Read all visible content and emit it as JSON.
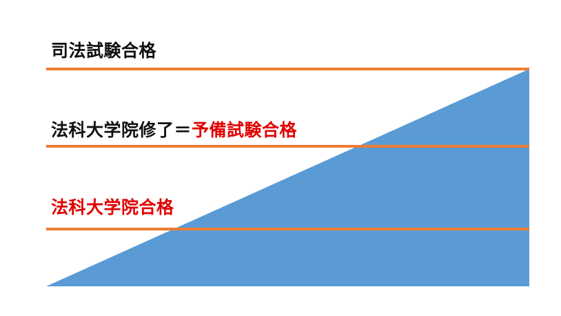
{
  "colors": {
    "triangle": "#5b9bd5",
    "level_line": "#ed7d31",
    "text_dark": "#111111",
    "text_accent": "#e00000"
  },
  "levels": [
    {
      "parts": [
        {
          "text": "司法試験合格",
          "tone": "dark"
        }
      ]
    },
    {
      "parts": [
        {
          "text": "法科大学院修了＝",
          "tone": "dark"
        },
        {
          "text": "予備試験合格",
          "tone": "accent"
        }
      ]
    },
    {
      "parts": [
        {
          "text": "法科大学院合格",
          "tone": "accent"
        }
      ]
    }
  ]
}
